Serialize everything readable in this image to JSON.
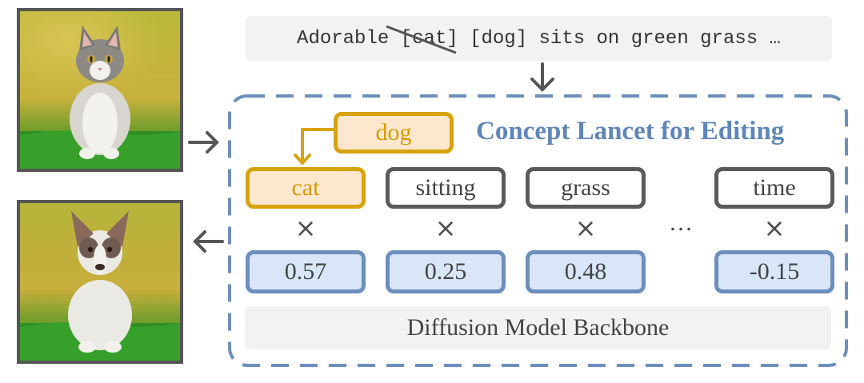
{
  "prompt": {
    "prefix": "Adorable ",
    "struck_word": "[cat]",
    "suffix": " [dog] sits on green grass …"
  },
  "panel": {
    "title": "Concept Lancet for Editing",
    "replacement_token": "dog",
    "tokens": [
      "cat",
      "sitting",
      "grass",
      "time"
    ],
    "multiply_symbol": "×",
    "ellipsis": "…",
    "weights": [
      "0.57",
      "0.25",
      "0.48",
      "-0.15"
    ],
    "backbone": "Diffusion Model Backbone"
  },
  "images": {
    "input": "photo of a kitten sitting on grass",
    "output": "photo of a puppy sitting on grass"
  },
  "colors": {
    "panel_border": "#6d8fbd",
    "title": "#5f86b8",
    "highlight_border": "#d7a30f",
    "highlight_fill": "#fde7cf",
    "weight_fill": "#d8e6f7",
    "arrow": "#555555"
  }
}
